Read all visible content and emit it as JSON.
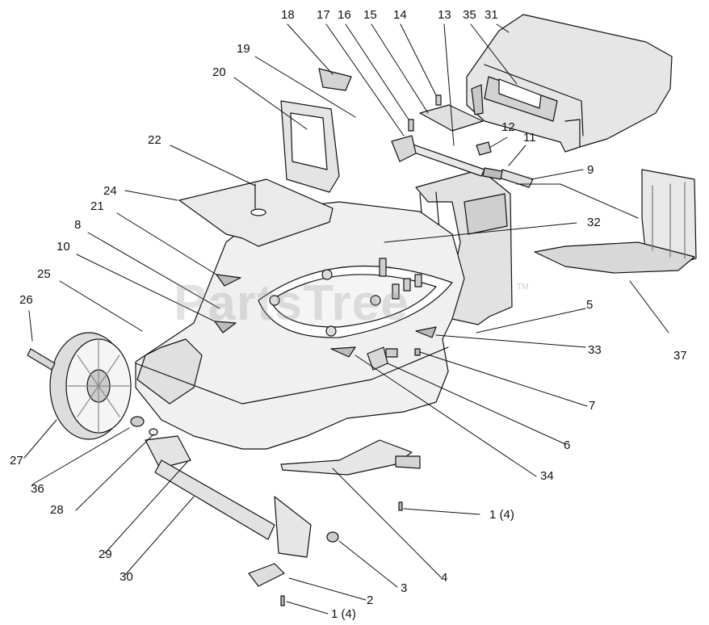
{
  "watermark": "PartsTree",
  "watermark_tm": "TM",
  "callouts": {
    "c18": "18",
    "c17": "17",
    "c16": "16",
    "c15": "15",
    "c14": "14",
    "c13": "13",
    "c35": "35",
    "c31": "31",
    "c19": "19",
    "c20": "20",
    "c12": "12",
    "c11": "11",
    "c22": "22",
    "c9": "9",
    "c24": "24",
    "c21": "21",
    "c32": "32",
    "c8": "8",
    "c10": "10",
    "c25": "25",
    "c26": "26",
    "c5": "5",
    "c37": "37",
    "c33": "33",
    "c7": "7",
    "c6": "6",
    "c27": "27",
    "c34": "34",
    "c36": "36",
    "c28": "28",
    "c1a": "1 (4)",
    "c29": "29",
    "c30": "30",
    "c3": "3",
    "c4": "4",
    "c2": "2",
    "c1b": "1 (4)"
  }
}
